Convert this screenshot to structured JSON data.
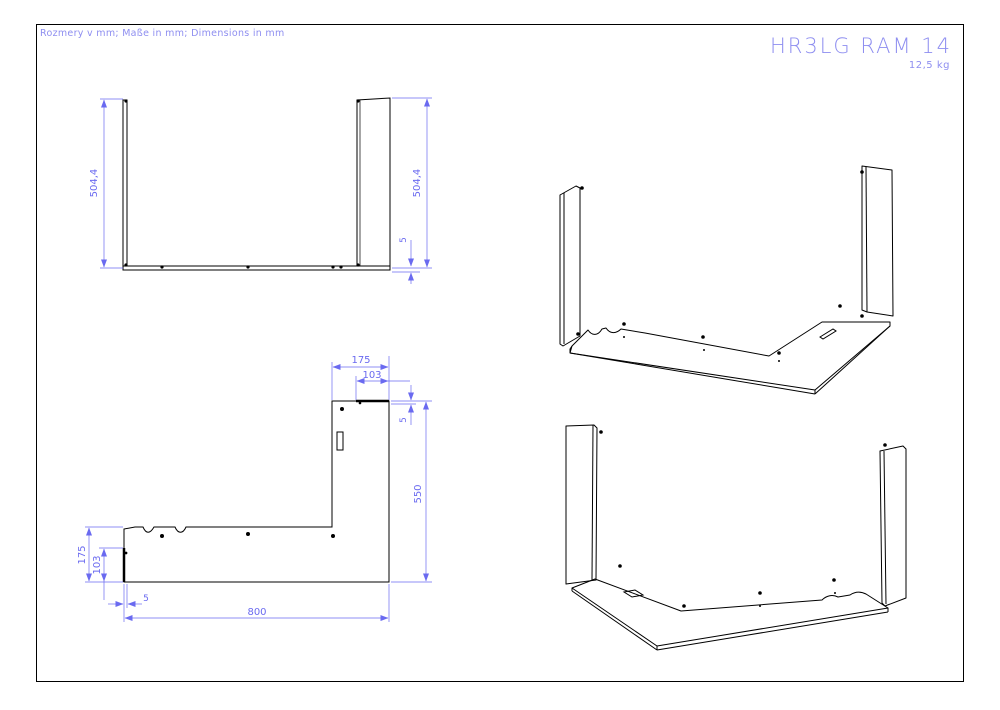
{
  "header": {
    "units_note": "Rozmery v mm; Maße in mm; Dimensions in mm",
    "title": "HR3LG RAM 14",
    "weight": "12,5 kg"
  },
  "front_view": {
    "left_height": "504,4",
    "right_height": "504,4",
    "bottom_thickness": "5"
  },
  "top_view": {
    "top_width_outer": "175",
    "top_width_inner": "103",
    "right_gap": "5",
    "right_length": "550",
    "left_outer": "175",
    "left_inner": "103",
    "bottom_gap": "5",
    "total_length": "800"
  },
  "colors": {
    "dimension": "#6a6af0",
    "line": "#000000",
    "frame": "#000000"
  }
}
